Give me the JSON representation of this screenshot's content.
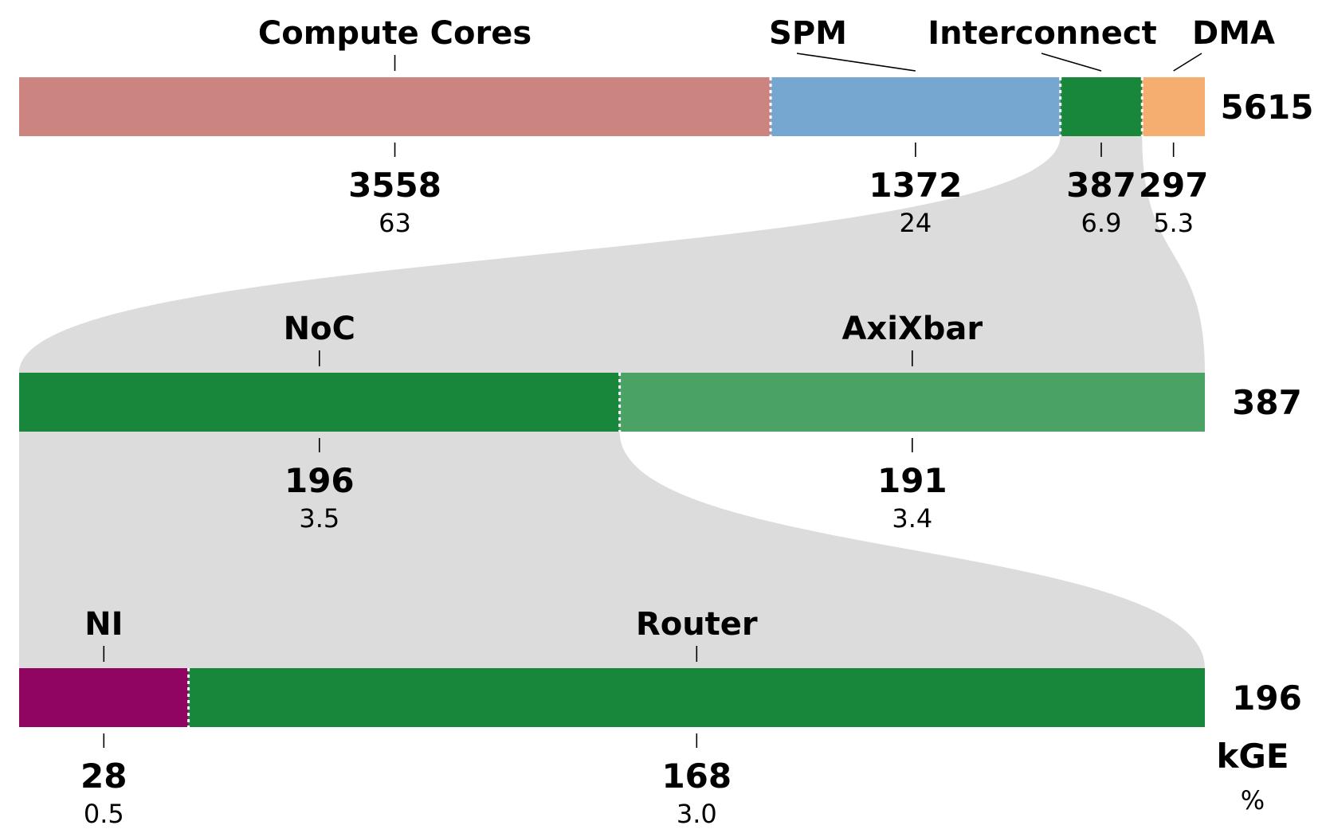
{
  "chart_data": {
    "type": "stacked-bar-breakdown",
    "units": {
      "value": "kGE",
      "percent": "%"
    },
    "connector_color": "#dcdcdc",
    "levels": [
      {
        "total": "5615",
        "segments": [
          {
            "name": "Compute Cores",
            "value": 3558,
            "value_label": "3558",
            "percent": "63",
            "color": "#cc8481"
          },
          {
            "name": "SPM",
            "value": 1372,
            "value_label": "1372",
            "percent": "24",
            "color": "#76a7d1"
          },
          {
            "name": "Interconnect",
            "value": 387,
            "value_label": "387",
            "percent": "6.9",
            "color": "#18873c"
          },
          {
            "name": "DMA",
            "value": 297,
            "value_label": "297",
            "percent": "5.3",
            "color": "#f6ad70"
          }
        ]
      },
      {
        "total": "387",
        "expands": {
          "level": 0,
          "segment": 2
        },
        "segments": [
          {
            "name": "NoC",
            "value": 196,
            "value_label": "196",
            "percent": "3.5",
            "color": "#18873c"
          },
          {
            "name": "AxiXbar",
            "value": 191,
            "value_label": "191",
            "percent": "3.4",
            "color": "#4aa265"
          }
        ]
      },
      {
        "total": "196",
        "expands": {
          "level": 1,
          "segment": 0
        },
        "segments": [
          {
            "name": "NI",
            "value": 28,
            "value_label": "28",
            "percent": "0.5",
            "color": "#8f0560"
          },
          {
            "name": "Router",
            "value": 168,
            "value_label": "168",
            "percent": "3.0",
            "color": "#18873c"
          }
        ]
      }
    ]
  }
}
